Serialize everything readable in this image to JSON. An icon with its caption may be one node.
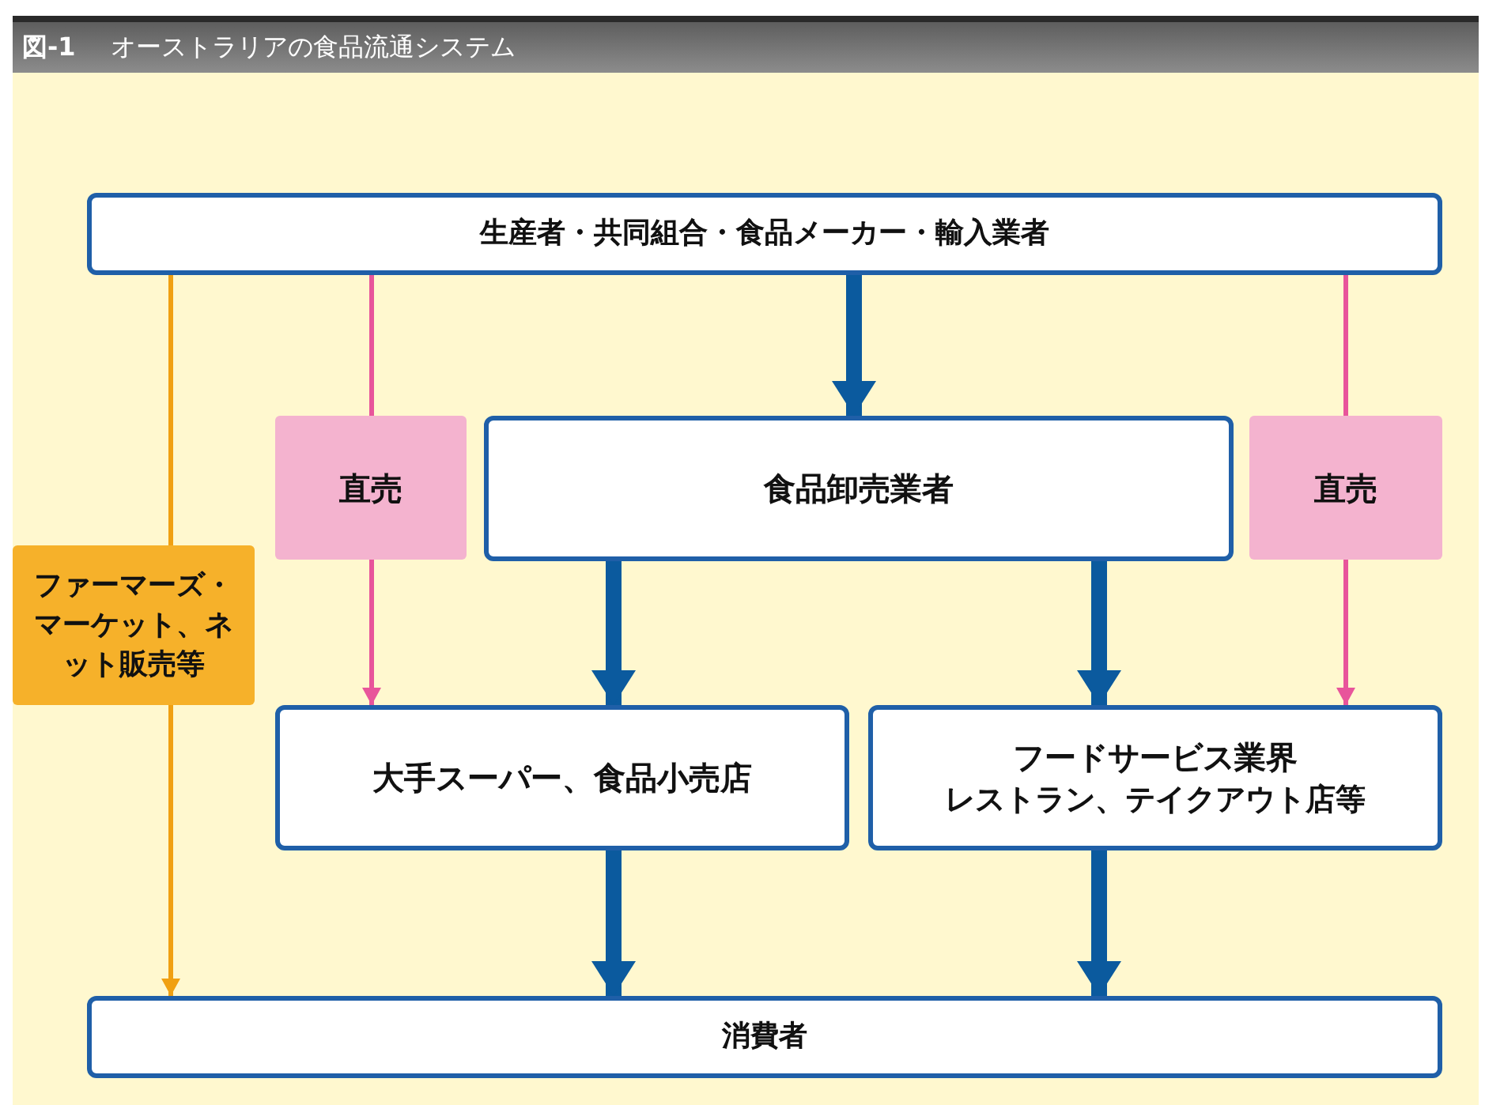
{
  "diagram": {
    "title": "オーストラリアの食品流通システム",
    "nodes": [
      {
        "text": [
          "生産者・共同組合・食品メーカー・輸入業者"
        ]
      },
      {
        "text": [
          "直売"
        ]
      },
      {
        "text": [
          "食品卸売業者"
        ]
      },
      {
        "text": [
          "直売"
        ]
      },
      {
        "text": [
          "ファーマーズ・マーケット、ネット販売等"
        ]
      },
      {
        "text": [
          "大手スーパー、食品小売店"
        ]
      },
      {
        "text": [
          "フードサービス業界",
          "レストラン、テイクアウト店等"
        ]
      },
      {
        "text": [
          "消費者"
        ]
      }
    ],
    "edges": [
      {
        "from": 0,
        "to": 4,
        "arrow": "none",
        "color": "#f0a012"
      },
      {
        "from": 4,
        "to": 7,
        "arrow": "to",
        "color": "#f0a012"
      },
      {
        "from": 0,
        "to": 1,
        "arrow": "none",
        "color": "#e8559b"
      },
      {
        "from": 1,
        "to": 5,
        "arrow": "to",
        "color": "#e8559b"
      },
      {
        "from": 0,
        "to": 2,
        "arrow": "to",
        "style": "thick"
      },
      {
        "from": 0,
        "to": 3,
        "arrow": "none",
        "color": "#e8559b"
      },
      {
        "from": 3,
        "to": 6,
        "arrow": "to",
        "color": "#e8559b"
      },
      {
        "from": 2,
        "to": 5,
        "arrow": "to",
        "style": "thick"
      },
      {
        "from": 2,
        "to": 6,
        "arrow": "to",
        "style": "thick"
      },
      {
        "from": 5,
        "to": 7,
        "arrow": "to",
        "style": "thick"
      },
      {
        "from": 6,
        "to": 7,
        "arrow": "to",
        "style": "thick"
      }
    ],
    "labels": [
      "図-1"
    ]
  }
}
